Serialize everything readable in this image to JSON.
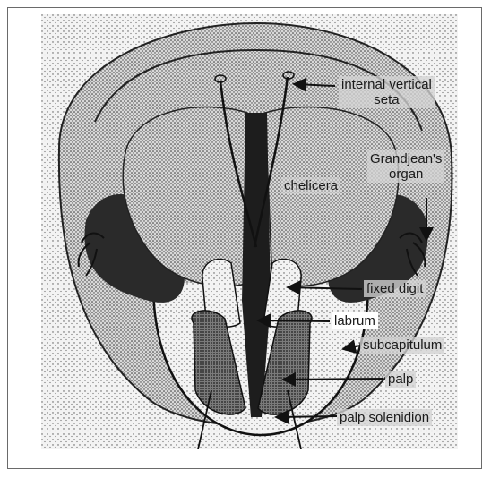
{
  "figure": {
    "labels": {
      "internal_vertical_seta_1": "internal vertical",
      "internal_vertical_seta_2": "seta",
      "chelicera": "chelicera",
      "grandjeans_organ_1": "Grandjean's",
      "grandjeans_organ_2": "organ",
      "fixed_digit": "fixed digit",
      "labrum": "labrum",
      "subcapitulum": "subcapitulum",
      "palp": "palp",
      "palp_solenidion": "palp solenidion"
    },
    "colors": {
      "ink": "#1a1a1a",
      "stipple_background": "#ececec",
      "dark_shadow": "#2a2a2a",
      "label_box": "#d2d2d2"
    }
  }
}
